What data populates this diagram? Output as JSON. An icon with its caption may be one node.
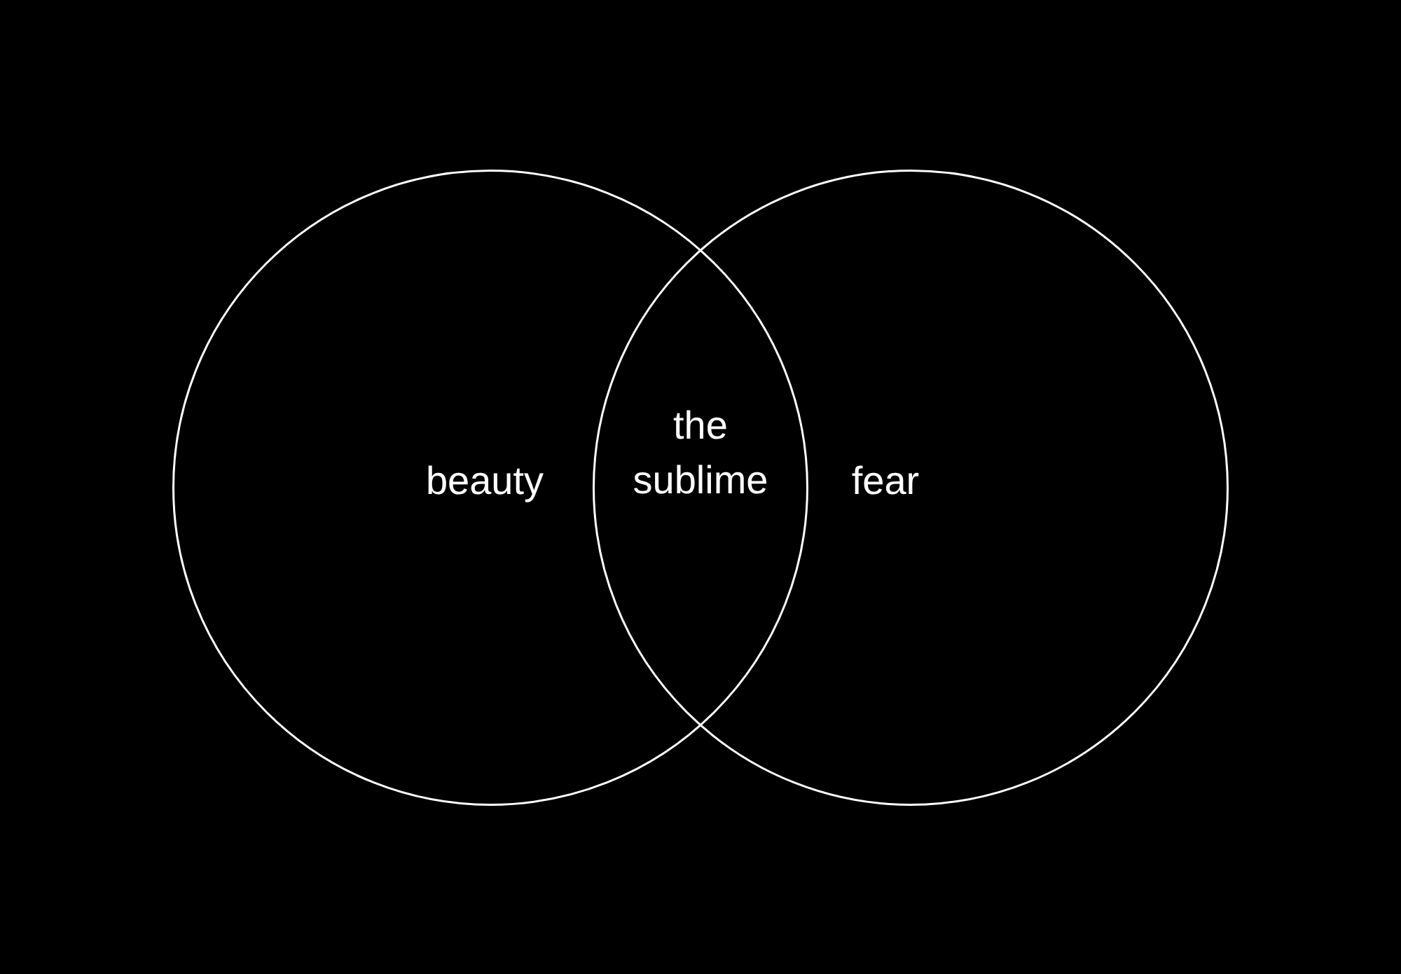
{
  "diagram": {
    "nodes": [
      {
        "text": [
          "beauty"
        ]
      },
      {
        "text": [
          "fear"
        ]
      }
    ],
    "labels": [
      "the sublime"
    ]
  }
}
